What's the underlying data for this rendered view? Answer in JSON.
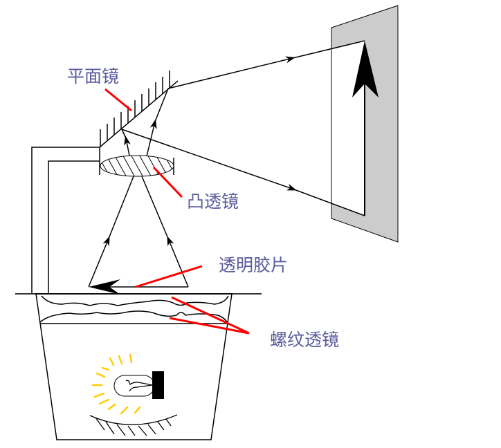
{
  "labels": {
    "plane_mirror": "平面镜",
    "convex_lens": "凸透镜",
    "transparency_film": "透明胶片",
    "fresnel_lens": "螺纹透镜"
  },
  "colors": {
    "label_text": "#5b5b9c",
    "pointer": "#ff0000",
    "screen": "#cccccc",
    "lamp_rays": "#ffcc00",
    "line": "#000000"
  }
}
